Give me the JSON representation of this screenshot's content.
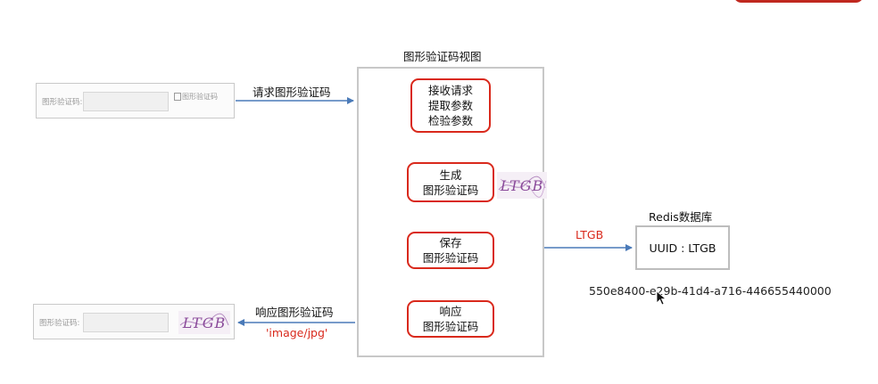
{
  "diagram": {
    "view_title": "图形验证码视图",
    "steps": [
      {
        "lines": [
          "接收请求",
          "提取参数",
          "检验参数"
        ]
      },
      {
        "lines": [
          "生成",
          "图形验证码"
        ]
      },
      {
        "lines": [
          "保存",
          "图形验证码"
        ]
      },
      {
        "lines": [
          "响应",
          "图形验证码"
        ]
      }
    ],
    "request_label": "请求图形验证码",
    "response_label": "响应图形验证码",
    "response_type": "'image/jpg'",
    "save_label": "LTGB",
    "redis_title": "Redis数据库",
    "redis_entry": "UUID : LTGB",
    "uuid_value": "550e8400-e29b-41d4-a716-446655440000",
    "captcha_text": "LTGB"
  },
  "forms": {
    "top": {
      "label": "图形验证码:",
      "broken_image_alt": "图形验证码"
    },
    "bottom": {
      "label": "图形验证码:"
    }
  },
  "colors": {
    "accent_red": "#d9291c",
    "arrow_blue": "#4a7ab8",
    "box_gray": "#c8c8c8",
    "captcha_purple": "#8a4a9a"
  }
}
